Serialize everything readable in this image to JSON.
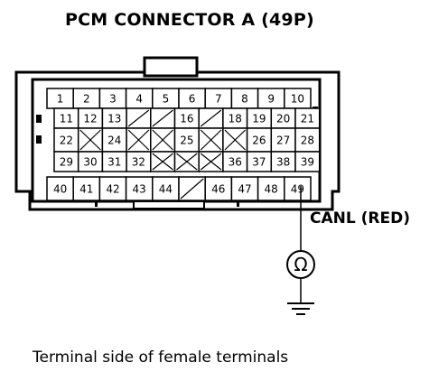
{
  "title": "PCM CONNECTOR A (49P)",
  "caption": "Terminal side of female terminals",
  "probe": {
    "label": "CANL (RED)",
    "meter_symbol": "Ω",
    "terminal": "49"
  },
  "connector": {
    "rows": [
      [
        "1",
        "2",
        "3",
        "4",
        "5",
        "6",
        "7",
        "8",
        "9",
        "10"
      ],
      [
        "11",
        "12",
        "13",
        "",
        "",
        "16",
        "",
        "18",
        "19",
        "20",
        "21"
      ],
      [
        "22",
        "",
        "24",
        "",
        "",
        "25",
        "",
        "",
        "26",
        "27",
        "28"
      ],
      [
        "29",
        "30",
        "31",
        "32",
        "",
        "",
        "",
        "36",
        "37",
        "38",
        "39"
      ],
      [
        "40",
        "41",
        "42",
        "43",
        "44",
        "",
        "46",
        "47",
        "48",
        "49"
      ]
    ],
    "cavity_marks": [
      "single",
      "single",
      "cross",
      "cross",
      "single"
    ]
  }
}
